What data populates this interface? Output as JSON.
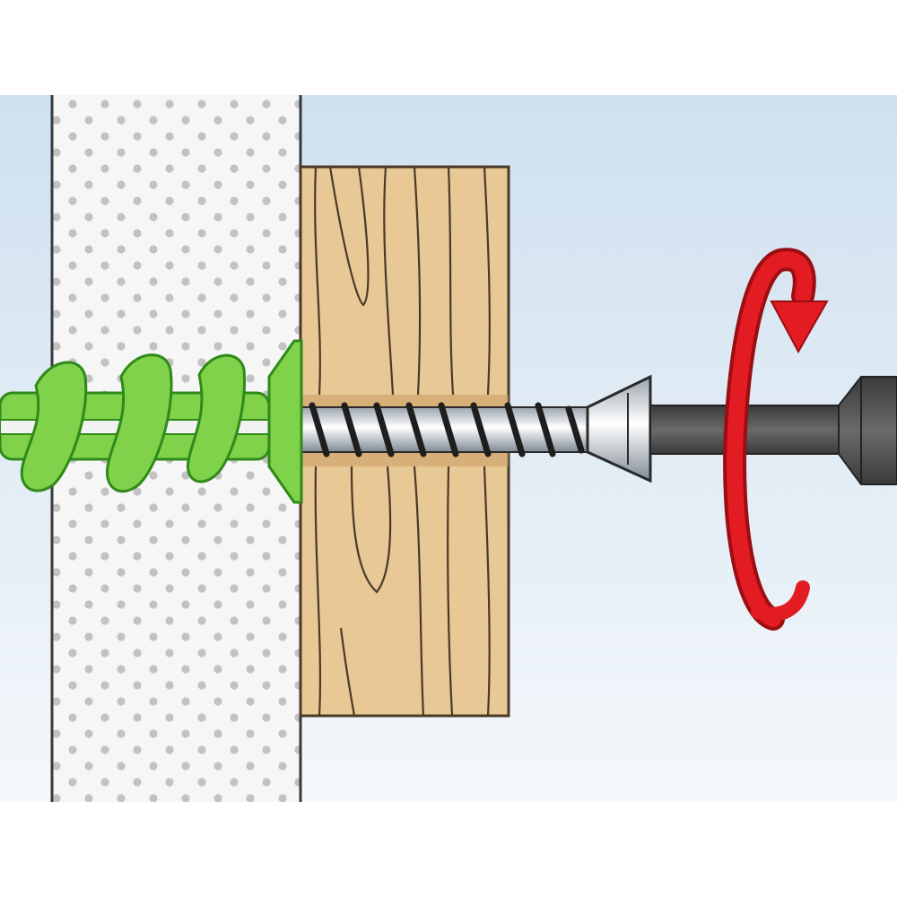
{
  "diagram": {
    "colors": {
      "background": "#ffffff",
      "sky_top": "#cfe0ef",
      "sky_bottom": "#f4f8fb",
      "wall": "#f6f6f6",
      "wall_dots": "#bdbdbd",
      "wood": "#e8c894",
      "wood_grain": "#4a3a2a",
      "anchor_green": "#7fd24a",
      "anchor_dark": "#2f8a1a",
      "screw_steel": "#d8dde2",
      "screw_thread": "#2a2a2a",
      "driver": "#5a5a5a",
      "rotation_arrow": "#e31b23"
    },
    "parts": [
      {
        "name": "plasterboard-wall",
        "icon": "dotted-panel"
      },
      {
        "name": "wooden-fixture",
        "icon": "wood-block"
      },
      {
        "name": "drywall-anchor",
        "icon": "spiral-plug"
      },
      {
        "name": "screw",
        "icon": "countersunk-screw"
      },
      {
        "name": "screwdriver-bit",
        "icon": "driver-bit"
      },
      {
        "name": "rotation-arrow",
        "icon": "clockwise-arrow"
      }
    ]
  }
}
